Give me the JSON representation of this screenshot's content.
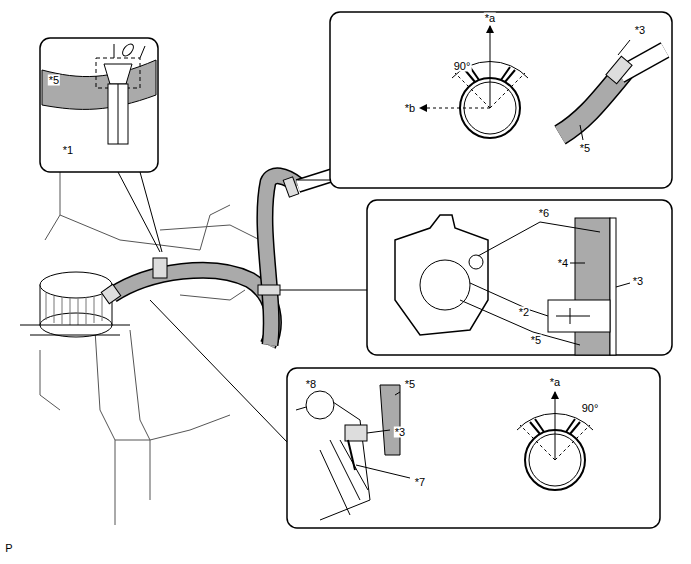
{
  "diagram": {
    "labels": [
      "*5",
      "*1",
      "*a",
      "90°",
      "*b",
      "*3",
      "*5",
      "*6",
      "*4",
      "*3",
      "*2",
      "*5",
      "*8",
      "*5",
      "*3",
      "*7",
      "*a",
      "90°",
      "P"
    ]
  }
}
